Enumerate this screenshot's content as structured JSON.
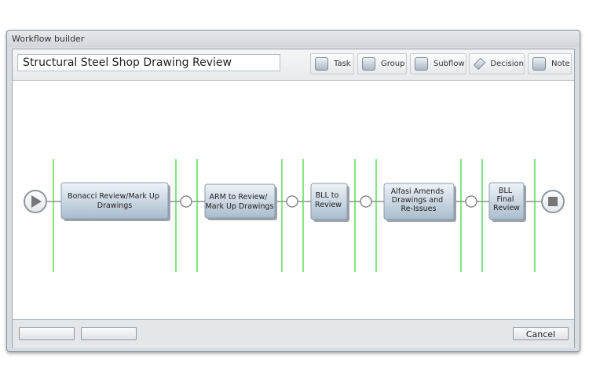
{
  "window": {
    "title": "Workflow builder"
  },
  "toolbar": {
    "workflow_name": "Structural Steel Shop Drawing Review",
    "tools": [
      {
        "label": "Task",
        "icon": "task-icon"
      },
      {
        "label": "Group",
        "icon": "group-icon"
      },
      {
        "label": "Subflow",
        "icon": "subflow-icon"
      },
      {
        "label": "Decision",
        "icon": "decision-diamond-icon"
      },
      {
        "label": "Note",
        "icon": "note-icon"
      }
    ]
  },
  "workflow": {
    "start_icon": "play-icon",
    "end_icon": "stop-icon",
    "tasks": [
      {
        "lines": [
          "Bonacci Review/Mark Up",
          "Drawings"
        ]
      },
      {
        "lines": [
          "ARM to Review/",
          "Mark Up Drawings"
        ]
      },
      {
        "lines": [
          "BLL to",
          "Review"
        ]
      },
      {
        "lines": [
          "Alfasi Amends",
          "Drawings and",
          "Re-Issues"
        ]
      },
      {
        "lines": [
          "BLL",
          "Final",
          "Review"
        ]
      }
    ],
    "colors": {
      "lane": "#44d444",
      "connector": "#555555",
      "task_top": "#eef3f8",
      "task_bottom": "#a9bccd"
    }
  },
  "footer": {
    "button_1": "",
    "button_2": "",
    "cancel": "Cancel"
  }
}
